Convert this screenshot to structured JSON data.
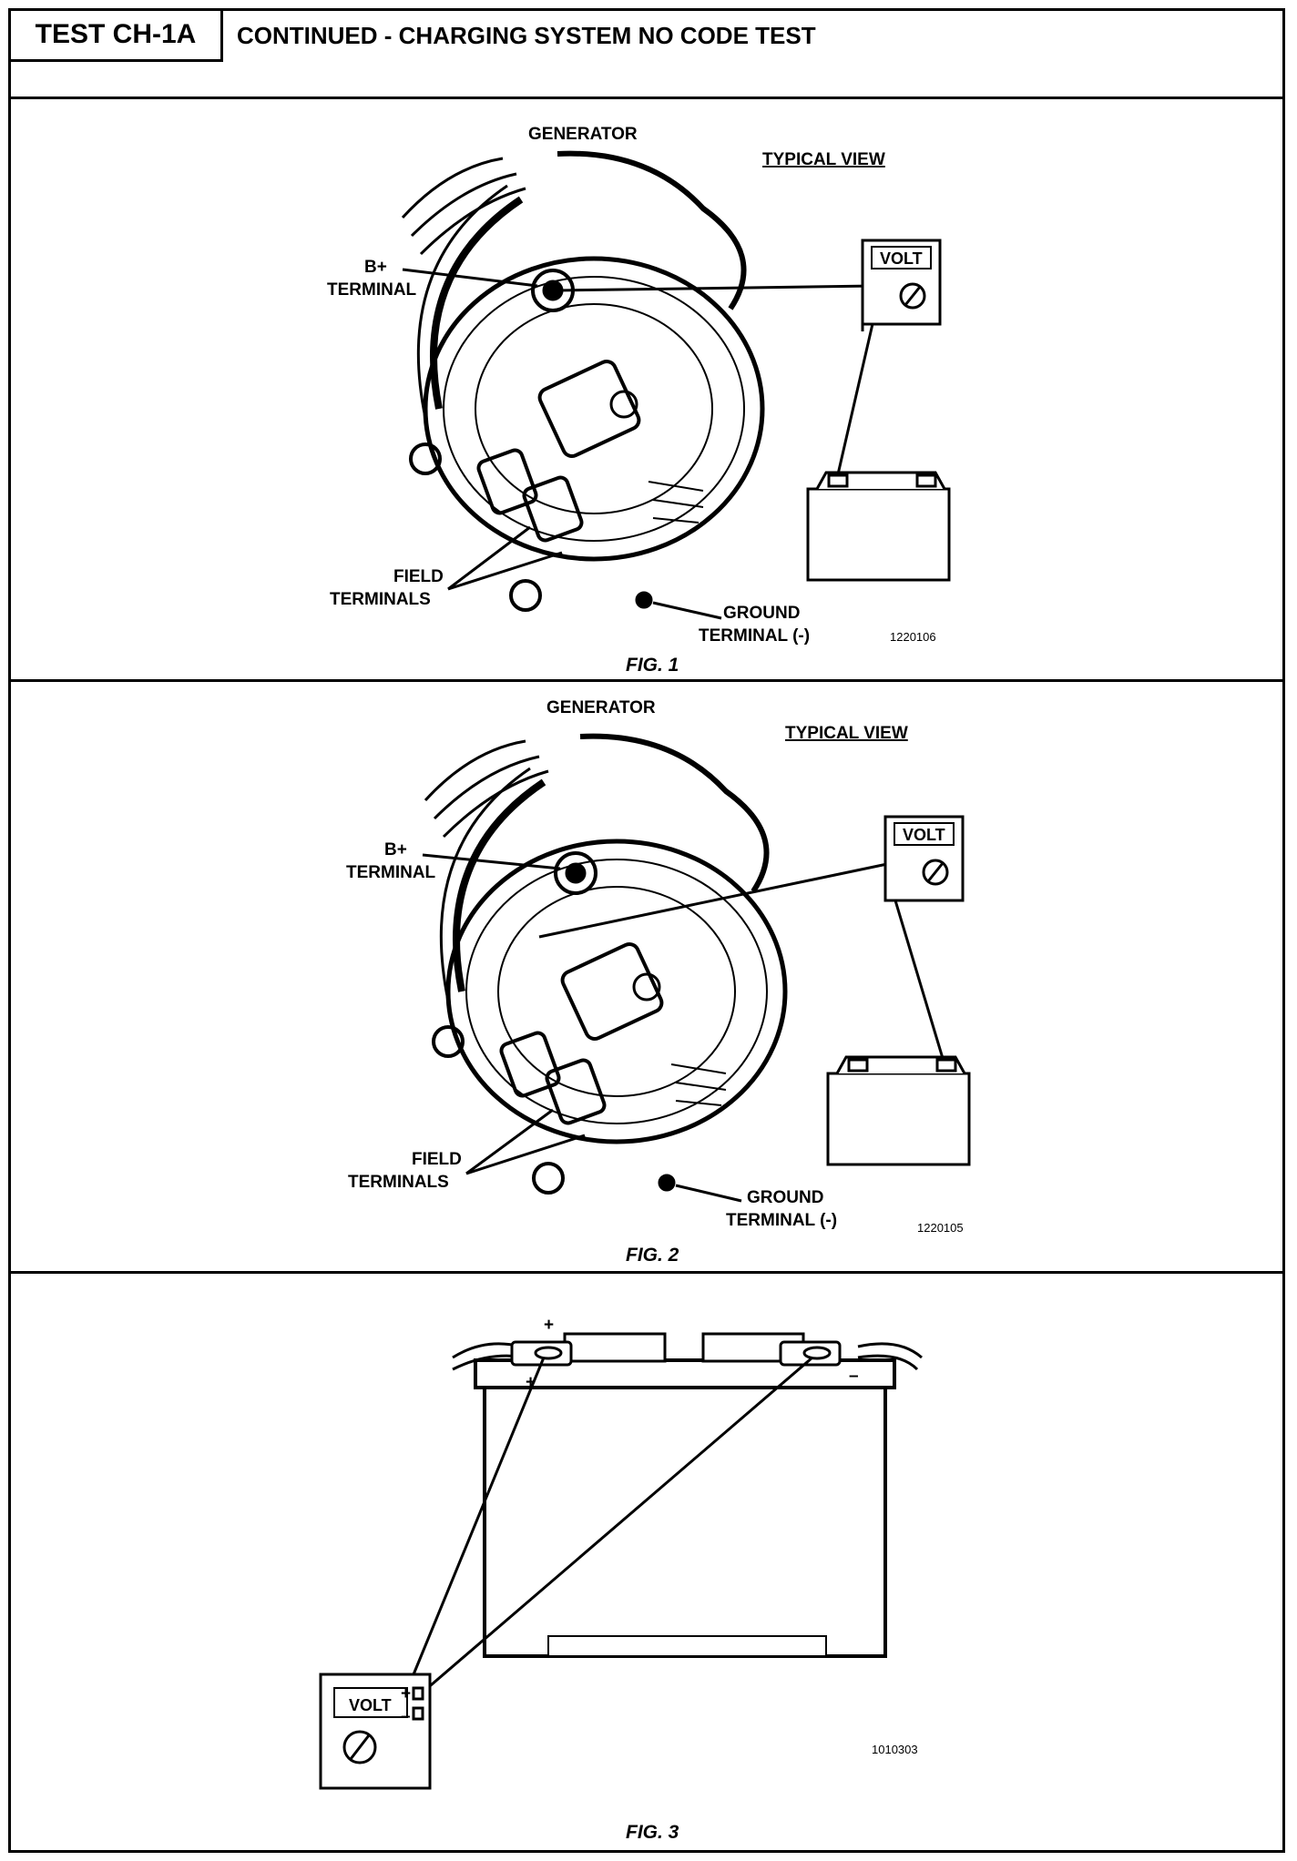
{
  "header": {
    "test_id": "TEST CH-1A",
    "title": "CONTINUED - CHARGING SYSTEM NO CODE TEST"
  },
  "figures": [
    {
      "caption": "FIG. 1",
      "generator_label": "GENERATOR",
      "typical_view": "TYPICAL VIEW",
      "b_plus_label": [
        "B+",
        "TERMINAL"
      ],
      "field_label": [
        "FIELD",
        "TERMINALS"
      ],
      "ground_label": [
        "GROUND",
        "TERMINAL (-)"
      ],
      "meter_label": "VOLT",
      "code": "1220106"
    },
    {
      "caption": "FIG. 2",
      "generator_label": "GENERATOR",
      "typical_view": "TYPICAL VIEW",
      "b_plus_label": [
        "B+",
        "TERMINAL"
      ],
      "field_label": [
        "FIELD",
        "TERMINALS"
      ],
      "ground_label": [
        "GROUND",
        "TERMINAL (-)"
      ],
      "meter_label": "VOLT",
      "code": "1220105"
    },
    {
      "caption": "FIG. 3",
      "meter_label": "VOLT",
      "code": "1010303",
      "plus_sign": "+",
      "minus_sign": "–"
    }
  ]
}
